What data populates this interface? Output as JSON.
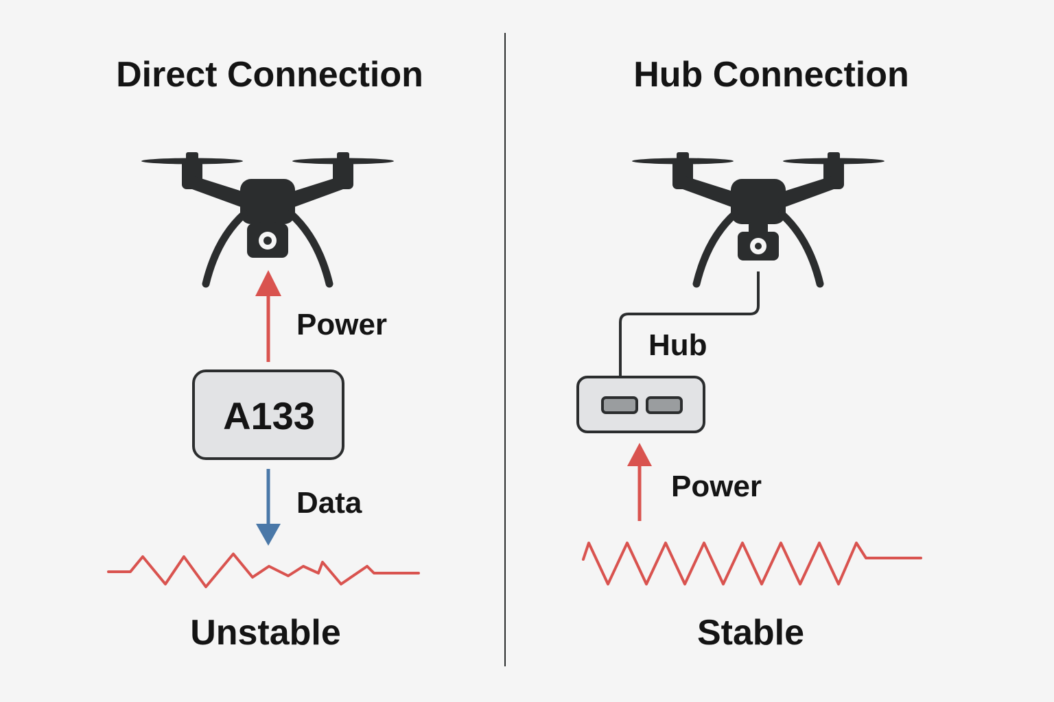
{
  "left": {
    "title": "Direct Connection",
    "power_label": "Power",
    "data_label": "Data",
    "device_label": "A133",
    "status": "Unstable"
  },
  "right": {
    "title": "Hub Connection",
    "hub_label": "Hub",
    "power_label": "Power",
    "status": "Stable"
  },
  "icons": {
    "drone": "drone-icon",
    "camera": "camera-icon",
    "hub": "usb-hub-icon",
    "port": "usb-port-icon"
  },
  "colors": {
    "background": "#f5f5f5",
    "ink": "#2b2d2e",
    "power_arrow": "#d9534f",
    "data_arrow": "#4a78a8",
    "signal": "#d9534f",
    "box_fill": "#e2e3e5"
  }
}
